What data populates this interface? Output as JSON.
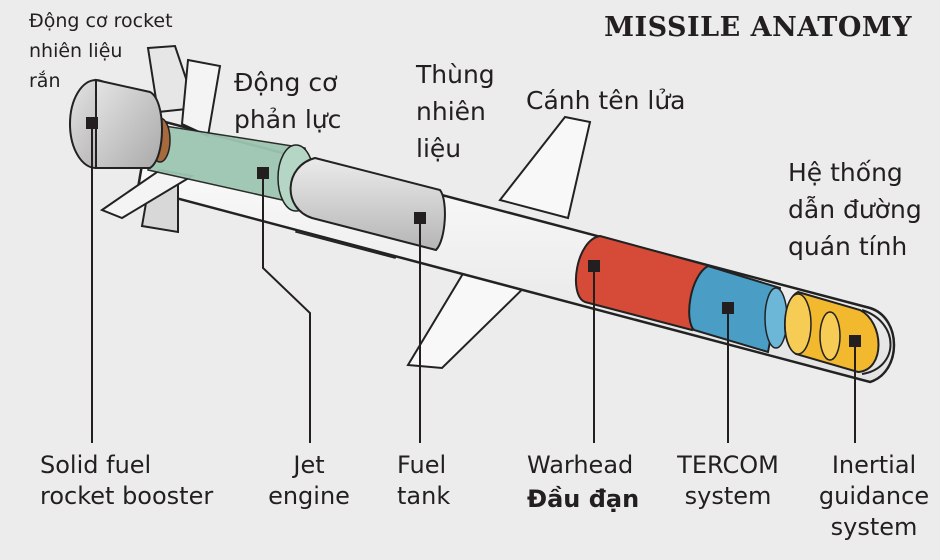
{
  "title": "MISSILE ANATOMY",
  "vietnamese_labels": {
    "solid_fuel_rocket_booster": "Động cơ rocket\nnhiên liệu\nrắn",
    "jet_engine": "Động cơ\nphản lực",
    "fuel_tank": "Thùng\nnhiên\nliệu",
    "missile_wing": "Cánh tên lửa",
    "inertial_guidance": "Hệ thống\ndẫn đường\nquán tính",
    "warhead": "Đầu đạn"
  },
  "english_labels": {
    "solid_fuel_rocket_booster": "Solid fuel\nrocket booster",
    "jet_engine": "Jet\nengine",
    "fuel_tank": "Fuel\ntank",
    "warhead": "Warhead",
    "tercom_system": "TERCOM\nsystem",
    "inertial_guidance": "Inertial\nguidance\nsystem"
  },
  "colors": {
    "background": "#ececec",
    "body": "#f7f7f7",
    "outline": "#222222",
    "warhead": "#d64a38",
    "tercom": "#4a9ec6",
    "guidance": "#f2b92f",
    "jet_engine": "#9dc6b2",
    "booster": "#cfcfcf"
  }
}
